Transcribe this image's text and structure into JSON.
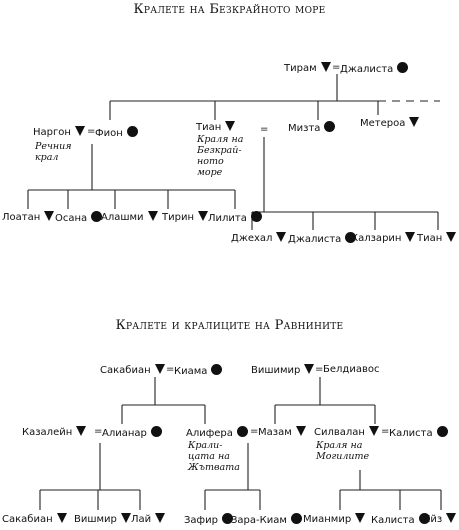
{
  "titles": {
    "sea": "Кралете на Безкрайното море",
    "plains": "Кралете и кралиците на Равнините"
  },
  "equals_sign": "=",
  "symbols": {
    "male": "triangle-down-icon",
    "female": "filled-circle-icon"
  },
  "sea": {
    "tiram": "Тирам",
    "dzhalista_top": "Джалиста",
    "nargon": "Наргон",
    "fion": "Фион",
    "nargon_note": "Речния крал",
    "nargon_note_lines": [
      "Речния",
      "крал"
    ],
    "tian": "Тиан",
    "tian_note": "Краля на Безкрайното море",
    "tian_note_lines": [
      "Краля на",
      "Безкрай-",
      "ното",
      "море"
    ],
    "mizta": "Мизта",
    "meteroa": "Метероа",
    "loatan": "Лоатан",
    "osana": "Осана",
    "alashmi": "Алашми",
    "tirin": "Тирин",
    "lilita": "Лилита",
    "dzhehal": "Джехал",
    "dzhalista_child": "Джалиста",
    "kalzarin": "Калзарин",
    "tian_child": "Тиан"
  },
  "plains": {
    "sakabian": "Сакабиан",
    "kiama": "Киама",
    "vishimir": "Вишимир",
    "beldiavos": "Белдиавос",
    "kazaleyn": "Казалейн",
    "alianar": "Алианар",
    "alifera": "Алифера",
    "alifera_note": "Кралицата на Жътвата",
    "alifera_note_lines": [
      "Крали-",
      "цата на",
      "Жътвата"
    ],
    "mazam": "Мазам",
    "silvalan": "Силвалан",
    "silvalan_note": "Краля на Могилите",
    "silvalan_note_lines": [
      "Краля на",
      "Могилите"
    ],
    "kalista": "Калиста",
    "sakabian_child": "Сакабиан",
    "vishmir": "Вишмир",
    "lay": "Лай",
    "zafir": "Зафир",
    "zara_kiam": "Зара-Киам",
    "mianmir": "Мианмир",
    "kalista_child": "Калиста",
    "eyz": "Ейз"
  }
}
